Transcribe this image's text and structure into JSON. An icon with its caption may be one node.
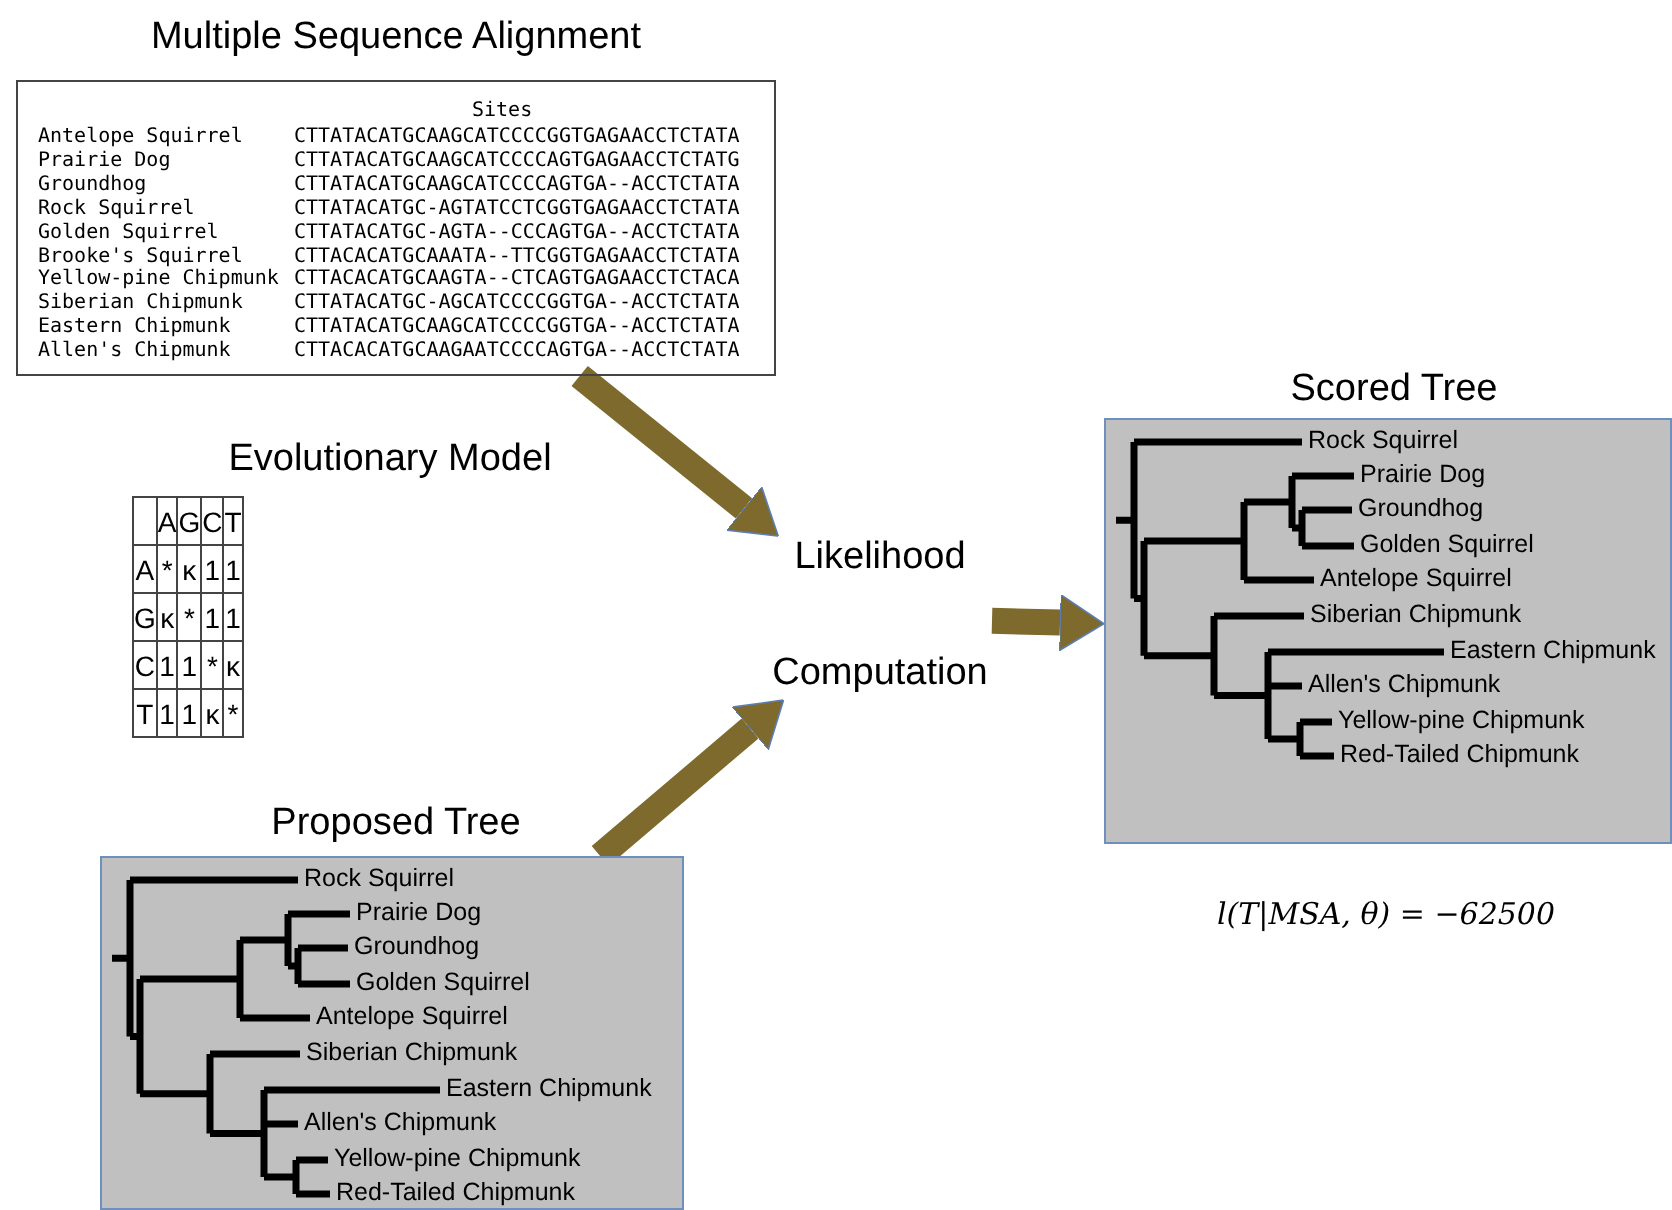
{
  "diagram": {
    "nodes": [
      {
        "text": [
          "Multiple Sequence Alignment"
        ]
      },
      {
        "text": [
          "Evolutionary Model"
        ]
      },
      {
        "text": [
          "Proposed Tree"
        ]
      },
      {
        "text": [
          "Likelihood",
          "Computation"
        ]
      },
      {
        "text": [
          "Scored Tree"
        ],
        "beside": [
          "l(T|MSA, θ) = −62500"
        ]
      }
    ],
    "edges": [
      {
        "from": 0,
        "to": 3,
        "arrow": "to"
      },
      {
        "from": 2,
        "to": 3,
        "arrow": "to"
      },
      {
        "from": 3,
        "to": 4,
        "arrow": "to"
      }
    ],
    "labels": [
      "Sites",
      "Antelope Squirrel",
      "CTTATACATGCAAGCATCCCCGGTGAGAACCTCTATA",
      "Prairie Dog",
      "CTTATACATGCAAGCATCCCCAGTGAGAACCTCTATG",
      "Groundhog",
      "CTTATACATGCAAGCATCCCCAGTGA--ACCTCTATA",
      "Rock Squirrel",
      "CTTATACATGC-AGTATCCTCGGTGAGAACCTCTATA",
      "Golden Squirrel",
      "CTTATACATGC-AGTA--CCCAGTGA--ACCTCTATA",
      "Brooke's Squirrel",
      "CTTACACATGCAAATA--TTCGGTGAGAACCTCTATA",
      "Yellow-pine Chipmunk",
      "CTTACACATGCAAGTA--CTCAGTGAGAACCTCTACA",
      "Siberian Chipmunk",
      "CTTATACATGC-AGCATCCCCGGTGA--ACCTCTATA",
      "Eastern Chipmunk",
      "CTTATACATGCAAGCATCCCCGGTGA--ACCTCTATA",
      "Allen's Chipmunk",
      "CTTACACATGCAAGAATCCCCAGTGA--ACCTCTATA",
      "A",
      "G",
      "C",
      "T",
      "A",
      "*",
      "κ",
      "1",
      "1",
      "G",
      "κ",
      "*",
      "1",
      "1",
      "C",
      "1",
      "1",
      "*",
      "κ",
      "T",
      "1",
      "1",
      "κ",
      "*",
      "Rock Squirrel",
      "Prairie Dog",
      "Groundhog",
      "Golden Squirrel",
      "Antelope Squirrel",
      "Siberian Chipmunk",
      "Eastern Chipmunk",
      "Allen's Chipmunk",
      "Yellow-pine Chipmunk",
      "Red-Tailed Chipmunk",
      "Rock Squirrel",
      "Prairie Dog",
      "Groundhog",
      "Golden Squirrel",
      "Antelope Squirrel",
      "Siberian Chipmunk",
      "Eastern Chipmunk",
      "Allen's Chipmunk",
      "Yellow-pine Chipmunk",
      "Red-Tailed Chipmunk"
    ]
  }
}
